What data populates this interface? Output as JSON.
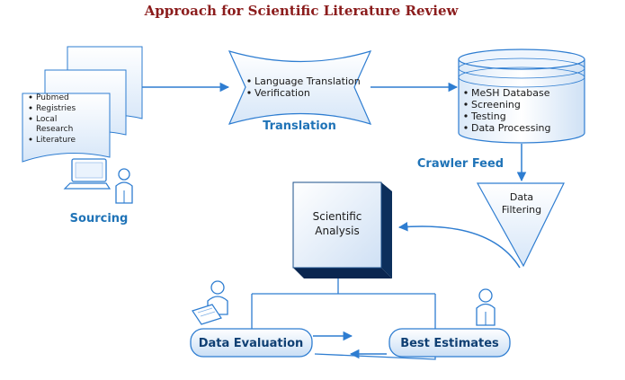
{
  "title": "Approach for Scientific Literature Review",
  "sourcing": {
    "items": [
      "Pubmed",
      "Registries",
      "Local",
      "Research",
      "Literature"
    ],
    "label": "Sourcing"
  },
  "translation": {
    "items": [
      "Language Translation",
      "Verification"
    ],
    "label": "Translation"
  },
  "database": {
    "items": [
      "MeSH Database",
      "Screening",
      "Testing",
      "Data Processing"
    ]
  },
  "crawler_label": "Crawler Feed",
  "filtering": {
    "line1": "Data",
    "line2": "Filtering"
  },
  "analysis": {
    "line1": "Scientific",
    "line2": "Analysis"
  },
  "evaluation_label": "Data Evaluation",
  "estimates_label": "Best Estimates",
  "colors": {
    "title": "#8b1c1c",
    "label_blue": "#1f73b7",
    "stroke_blue": "#2e7dd1",
    "fill_light": "#e9f2fc"
  }
}
